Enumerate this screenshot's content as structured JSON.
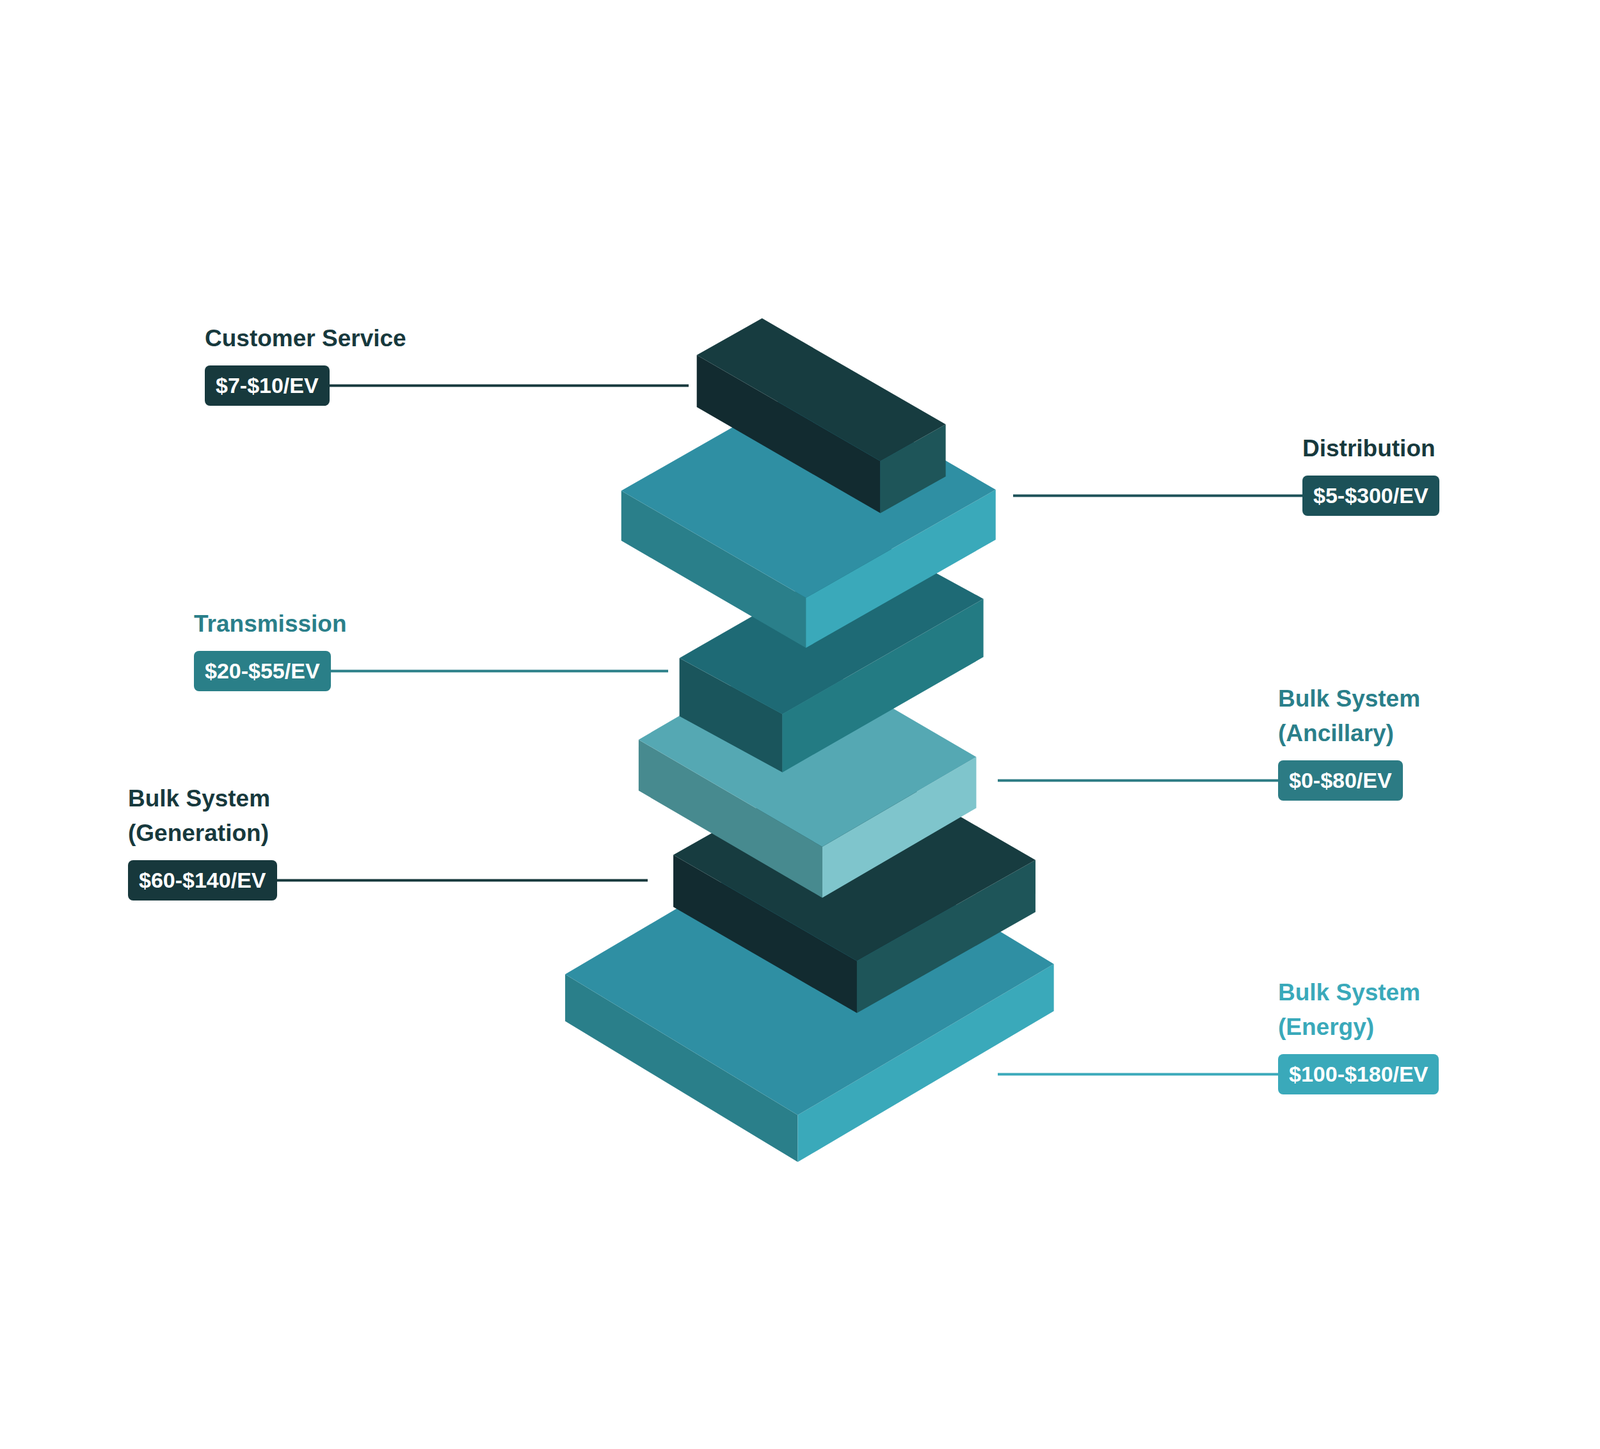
{
  "diagram": {
    "nodes": [
      {
        "text": [
          "Customer Service",
          "$7-$10/EV"
        ]
      },
      {
        "text": [
          "Distribution",
          "$5-$300/EV"
        ]
      },
      {
        "text": [
          "Transmission",
          "$20-$55/EV"
        ]
      },
      {
        "text": [
          "Bulk System (Ancillary)",
          "$0-$80/EV"
        ]
      },
      {
        "text": [
          "Bulk System (Generation)",
          "$60-$140/EV"
        ]
      },
      {
        "text": [
          "Bulk System (Energy)",
          "$100-$180/EV"
        ]
      }
    ]
  }
}
